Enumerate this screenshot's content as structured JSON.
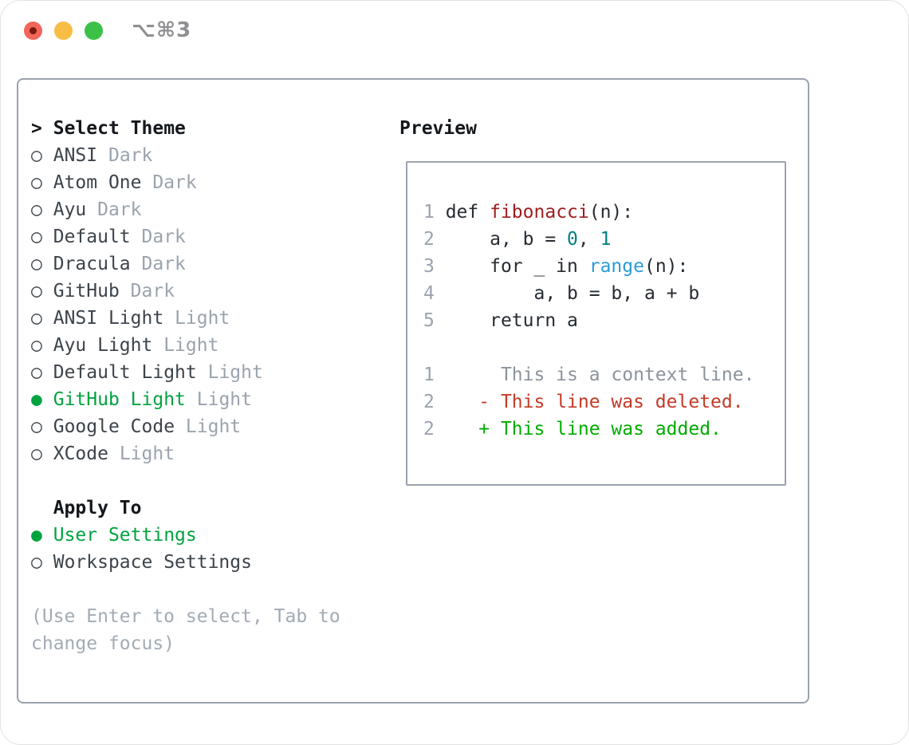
{
  "window": {
    "title": "⌥⌘3"
  },
  "traffic_lights": {
    "close_color": "#f2655a",
    "close_dot_color": "#7d1a10",
    "minimize_color": "#f7bd45",
    "zoom_color": "#3bc148"
  },
  "glyphs": {
    "prompt": ">",
    "radio_on": "●",
    "radio_off": "○"
  },
  "colors": {
    "accent_green": "#00a33f",
    "added_green": "#00ab00",
    "deleted_red": "#c43a27",
    "function_red": "#9e1d1d",
    "number_teal": "#008080",
    "builtin_blue": "#2b9bd7",
    "muted_gray": "#9aa3ae",
    "border_gray": "#9aa3ae",
    "text_dark": "#262c33"
  },
  "theme_list": {
    "header": "Select Theme",
    "items": [
      {
        "name": "ANSI",
        "tag": "Dark",
        "selected": false
      },
      {
        "name": "Atom One",
        "tag": "Dark",
        "selected": false
      },
      {
        "name": "Ayu",
        "tag": "Dark",
        "selected": false
      },
      {
        "name": "Default",
        "tag": "Dark",
        "selected": false
      },
      {
        "name": "Dracula",
        "tag": "Dark",
        "selected": false
      },
      {
        "name": "GitHub",
        "tag": "Dark",
        "selected": false
      },
      {
        "name": "ANSI Light",
        "tag": "Light",
        "selected": false
      },
      {
        "name": "Ayu Light",
        "tag": "Light",
        "selected": false
      },
      {
        "name": "Default Light",
        "tag": "Light",
        "selected": false
      },
      {
        "name": "GitHub Light",
        "tag": "Light",
        "selected": true
      },
      {
        "name": "Google Code",
        "tag": "Light",
        "selected": false
      },
      {
        "name": "XCode",
        "tag": "Light",
        "selected": false
      }
    ]
  },
  "apply_to": {
    "header": "Apply To",
    "options": [
      {
        "name": "User Settings",
        "selected": true
      },
      {
        "name": "Workspace Settings",
        "selected": false
      }
    ]
  },
  "help_text": "(Use Enter to select, Tab to change focus)",
  "preview": {
    "header": "Preview",
    "lines": [
      {
        "num": "1",
        "tokens": [
          [
            " def ",
            "plain"
          ],
          [
            "fibonacci",
            "func"
          ],
          [
            "(n):",
            "plain"
          ]
        ]
      },
      {
        "num": "2",
        "tokens": [
          [
            "     a, b = ",
            "plain"
          ],
          [
            "0",
            "num"
          ],
          [
            ", ",
            "plain"
          ],
          [
            "1",
            "num"
          ]
        ]
      },
      {
        "num": "3",
        "tokens": [
          [
            "     for _ in ",
            "plain"
          ],
          [
            "range",
            "builtin"
          ],
          [
            "(n):",
            "plain"
          ]
        ]
      },
      {
        "num": "4",
        "tokens": [
          [
            "         a, b = b, a + b",
            "plain"
          ]
        ]
      },
      {
        "num": "5",
        "tokens": [
          [
            "     return a",
            "plain"
          ]
        ]
      },
      {
        "num": "",
        "tokens": []
      },
      {
        "num": "1",
        "tokens": [
          [
            "      This is a context line.",
            "context"
          ]
        ]
      },
      {
        "num": "2",
        "tokens": [
          [
            "    - This line was deleted.",
            "deleted"
          ]
        ]
      },
      {
        "num": "2",
        "tokens": [
          [
            "    + This line was added.",
            "added"
          ]
        ]
      }
    ]
  }
}
